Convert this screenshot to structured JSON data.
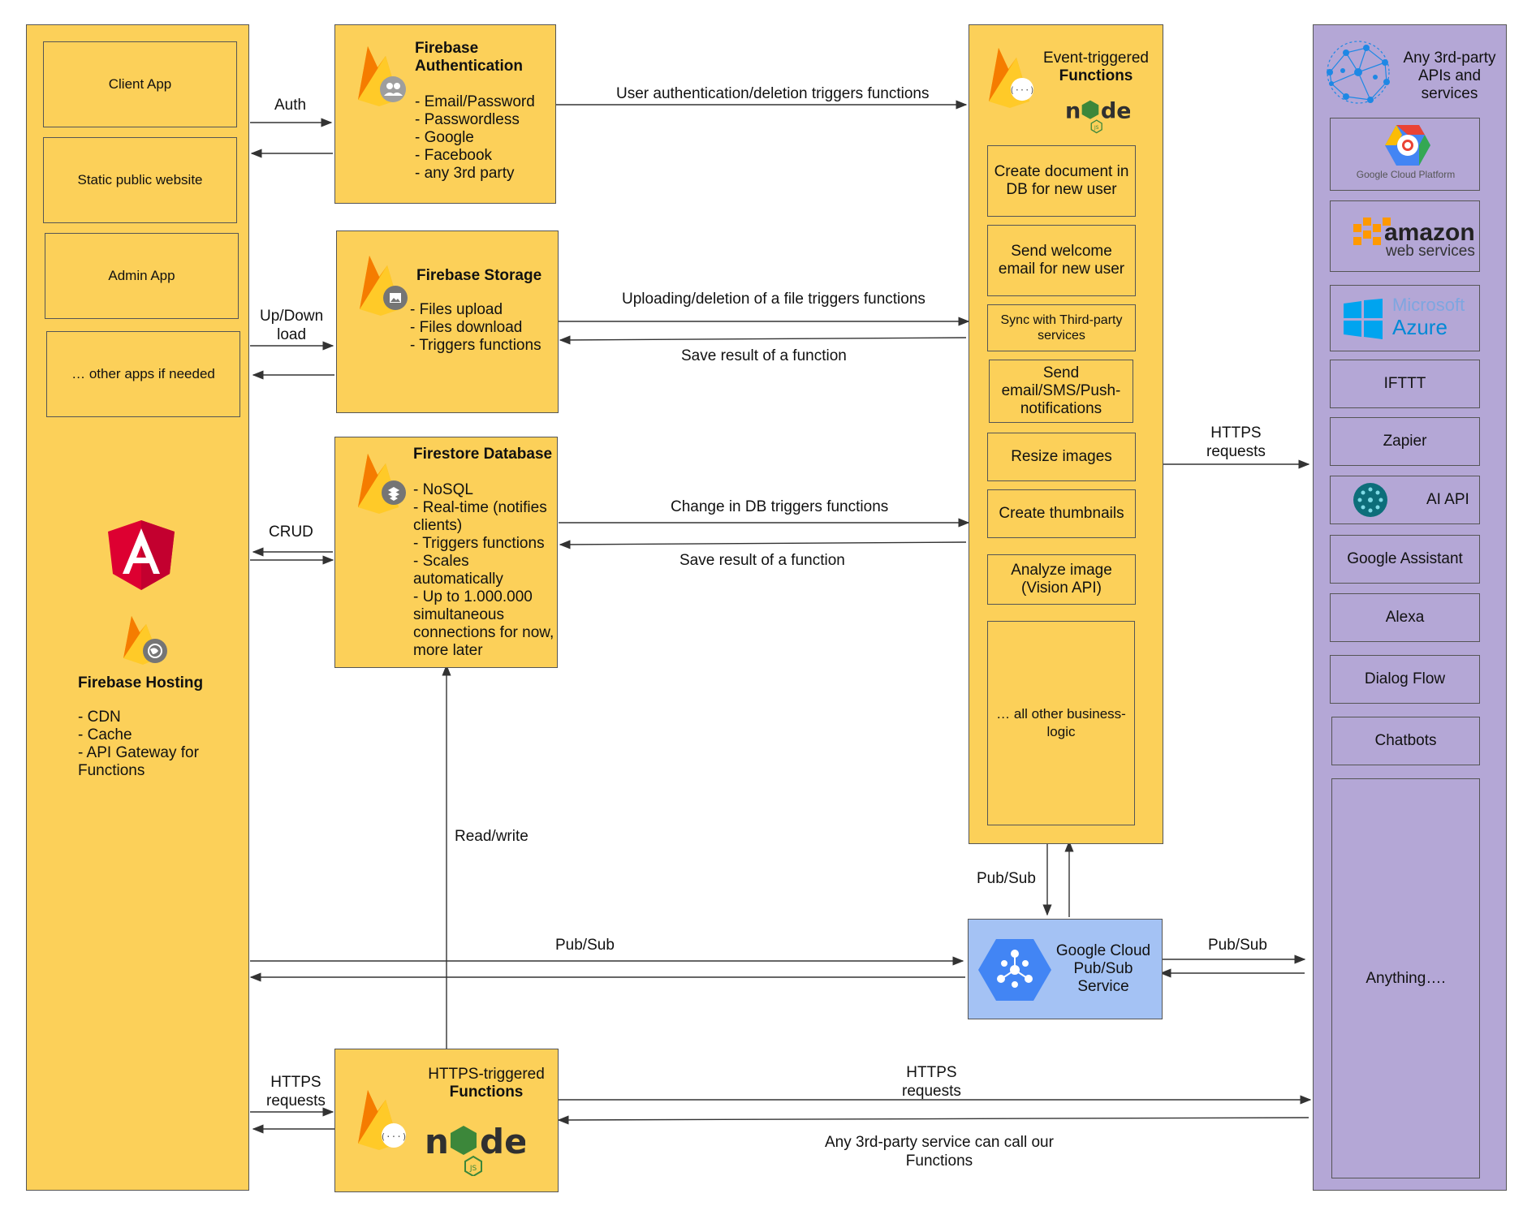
{
  "left_column": {
    "client_app": "Client App",
    "static_website": "Static public website",
    "admin_app": "Admin App",
    "other_apps": "… other apps if needed",
    "hosting_title": "Firebase Hosting",
    "hosting_features": [
      "- CDN",
      "- Cache",
      "- API Gateway for",
      "Functions"
    ]
  },
  "auth": {
    "title_line1": "Firebase",
    "title_line2": "Authentication",
    "features": [
      "- Email/Password",
      "- Passwordless",
      "- Google",
      "- Facebook",
      "- any 3rd party"
    ]
  },
  "storage": {
    "title": "Firebase Storage",
    "features": [
      "- Files upload",
      "- Files download",
      "- Triggers functions"
    ]
  },
  "firestore": {
    "title": "Firestore Database",
    "features": [
      "- NoSQL",
      "- Real-time (notifies",
      "clients)",
      "- Triggers functions",
      "- Scales",
      "automatically",
      "- Up to 1.000.000",
      "simultaneous",
      "connections for now,",
      "more later"
    ]
  },
  "https_functions": {
    "title_line1": "HTTPS-triggered",
    "title_line2": "Functions"
  },
  "event_functions": {
    "title_line1": "Event-triggered",
    "title_line2": "Functions",
    "tasks": [
      "Create document in DB for new user",
      "Send welcome email for new user",
      "Sync with Third-party services",
      "Send email/SMS/Push-notifications",
      "Resize images",
      "Create thumbnails",
      "Analyze image (Vision API)",
      "… all other business-logic"
    ]
  },
  "pubsub": {
    "title": [
      "Google Cloud",
      "Pub/Sub",
      "Service"
    ]
  },
  "third_party": {
    "title": [
      "Any 3rd-party",
      "APIs and",
      "services"
    ],
    "google_cloud": "Google Cloud Platform",
    "aws_line1": "amazon",
    "aws_line2": "web services",
    "azure_line1": "Microsoft",
    "azure_line2": "Azure",
    "services": [
      "IFTTT",
      "Zapier",
      "AI API",
      "Google Assistant",
      "Alexa",
      "Dialog Flow",
      "Chatbots",
      "Anything…."
    ]
  },
  "arrow_labels": {
    "auth": "Auth",
    "updown_1": "Up/Down",
    "updown_2": "load",
    "crud": "CRUD",
    "https_req_1": "HTTPS",
    "https_req_2": "requests",
    "user_auth_trigger": "User authentication/deletion triggers functions",
    "upload_trigger": "Uploading/deletion of a file triggers functions",
    "save_result_1": "Save result of a function",
    "db_change": "Change in DB triggers functions",
    "save_result_2": "Save result of a function",
    "read_write": "Read/write",
    "pubsub_left": "Pub/Sub",
    "pubsub_top": "Pub/Sub",
    "pubsub_right": "Pub/Sub",
    "https_right_1": "HTTPS",
    "https_right_2": "requests",
    "https_bottom_1": "HTTPS",
    "https_bottom_2": "requests",
    "third_party_call_1": "Any 3rd-party service can call our",
    "third_party_call_2": "Functions"
  },
  "icons": [
    "firebase-icon",
    "angular-icon",
    "nodejs-icon",
    "pubsub-icon",
    "network-globe-icon",
    "google-cloud-icon",
    "aws-icon",
    "azure-icon",
    "ai-brain-icon"
  ],
  "colors": {
    "firebase_yellow": "#fcd059",
    "third_party_purple": "#b4a7d6",
    "pubsub_blue": "#a4c2f4",
    "angular_red": "#dd0031",
    "node_green": "#3c873a",
    "gcp_blue": "#4285f4"
  }
}
